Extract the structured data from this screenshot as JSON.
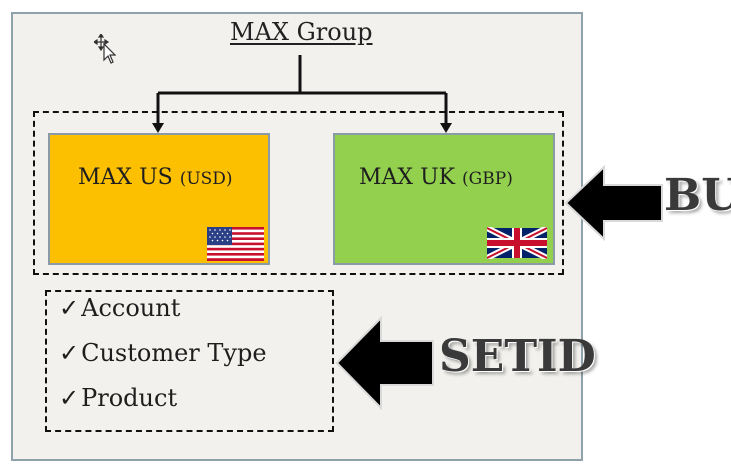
{
  "diagram": {
    "title": "MAX Group",
    "units": [
      {
        "name": "MAX US",
        "currency": "(USD)",
        "color": "#fcc000",
        "flag": "us-flag-icon"
      },
      {
        "name": "MAX UK",
        "currency": "(GBP)",
        "color": "#93d04e",
        "flag": "uk-flag-icon"
      }
    ],
    "bu_label": "BU",
    "setid_label": "SETID",
    "setid_items": [
      {
        "check": "✓",
        "label": "Account"
      },
      {
        "check": "✓",
        "label": "Customer Type"
      },
      {
        "check": "✓",
        "label": "Product"
      }
    ]
  },
  "colors": {
    "frame_background": "#f2f1ed",
    "frame_border": "#8fa1aa",
    "arrow": "#000000"
  },
  "icons": [
    "move-cursor-icon",
    "us-flag-icon",
    "uk-flag-icon",
    "left-arrow-icon"
  ]
}
